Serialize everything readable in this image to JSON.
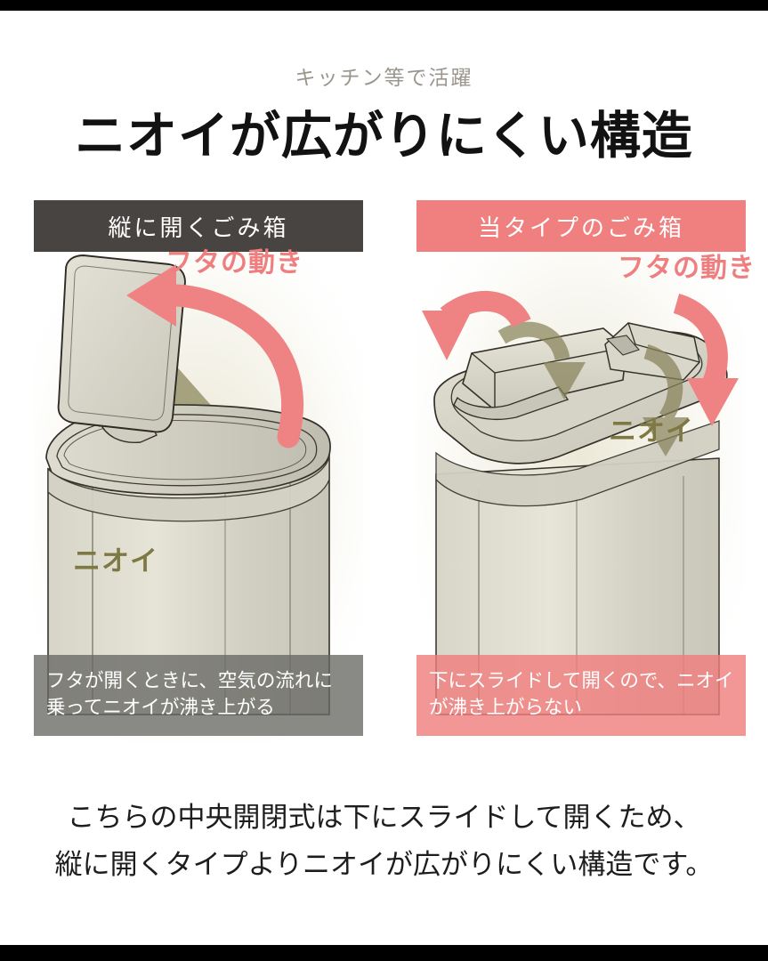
{
  "header": {
    "eyebrow": "キッチン等で活躍",
    "headline": "ニオイが広がりにくい構造"
  },
  "panels": [
    {
      "id": "vertical-open-bin",
      "title": "縦に開くごみ箱",
      "title_bg": "#474441",
      "lid_label": "フタの動き",
      "odor_label": "ニオイ",
      "caption_line1": "フタが開くときに、空気の流れに",
      "caption_line2": "乗ってニオイが沸き上がる",
      "caption_bg": "rgba(104,104,100,0.78)"
    },
    {
      "id": "this-type-bin",
      "title": "当タイプのごみ箱",
      "title_bg": "#f08080",
      "lid_label": "フタの動き",
      "odor_label": "ニオイ",
      "caption_line1": "下にスライドして開くので、ニオイ",
      "caption_line2": "が沸き上がらない",
      "caption_bg": "rgba(240,124,124,0.80)"
    }
  ],
  "summary": {
    "line1": "こちらの中央開閉式は下にスライドして開くため、",
    "line2": "縦に開くタイプよりニオイが広がりにくい構造です。"
  },
  "colors": {
    "accent_pink": "#f08080",
    "dark_gray": "#474441",
    "olive": "#88835a",
    "bin_body": "#cfcec2",
    "outline": "#2f2b24",
    "eyebrow_text": "#9b968e"
  }
}
